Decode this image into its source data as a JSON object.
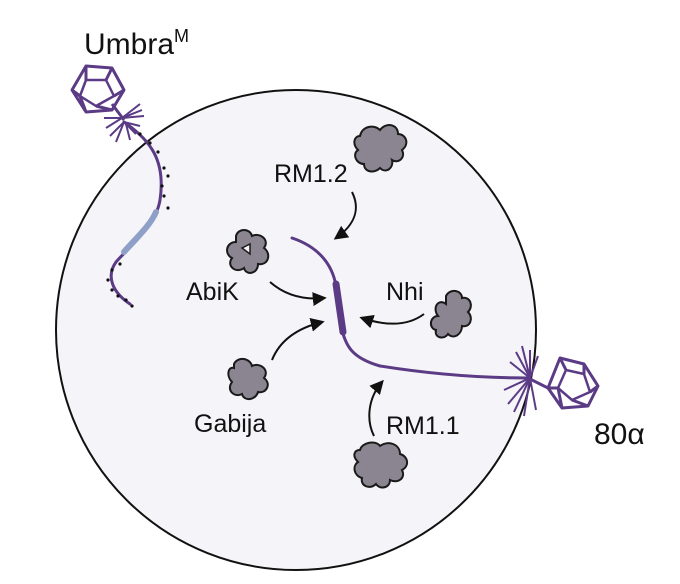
{
  "labels": {
    "umbra": "Umbra",
    "umbra_sup": "M",
    "phage_80a": "80α",
    "rm12": "RM1.2",
    "abik": "AbiK",
    "nhi": "Nhi",
    "gabija": "Gabija",
    "rm11": "RM1.1"
  },
  "colors": {
    "phage": "#5b3b85",
    "phage_light": "#8fa0c8",
    "protein": "#8a8590",
    "protein_stroke": "#1a1a1a",
    "cell_fill": "#f5f4f8",
    "cell_stroke": "#111111"
  },
  "icons": {
    "capsid": "icosahedral-phage-capsid-icon",
    "defense_protein": "defense-protein-blob-icon",
    "arrow": "curved-arrow-icon"
  }
}
